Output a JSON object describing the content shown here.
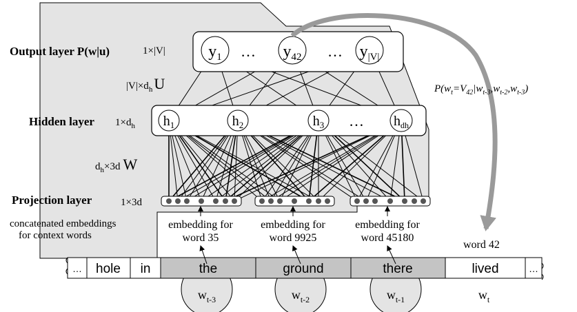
{
  "layers": {
    "output": {
      "label": "Output layer P(w|u)",
      "dim": "1×|V|"
    },
    "hidden": {
      "label": "Hidden layer",
      "dim_prefix": "1×d",
      "dim_sub": "h"
    },
    "projection": {
      "label": "Projection layer",
      "dim": "1×3d"
    }
  },
  "weights": {
    "U": {
      "prefix": "|V|×d",
      "sub": "h",
      "symbol": "U"
    },
    "W": {
      "prefix": "d",
      "sub": "h",
      "mid": "×3d",
      "symbol": "W"
    }
  },
  "output_nodes": [
    {
      "base": "y",
      "sub": "1"
    },
    {
      "base": "y",
      "sub": "42"
    },
    {
      "base": "y",
      "sub": "|V|"
    }
  ],
  "hidden_nodes": [
    {
      "base": "h",
      "sub": "1"
    },
    {
      "base": "h",
      "sub": "2"
    },
    {
      "base": "h",
      "sub": "3"
    },
    {
      "base": "h",
      "sub": "dh"
    }
  ],
  "ellipsis": "…",
  "ellipsis_dots": "• • •",
  "probability": {
    "text": "P(w",
    "t": "t",
    "eq": "=V",
    "v42": "42",
    "bar": "|w",
    "sub1": "t-3",
    "comma1": ",w",
    "sub2": "t-2",
    "comma2": ",w",
    "sub3": "t-3",
    "close": ")"
  },
  "context_note": {
    "line1": "concatenated embeddings",
    "line2": "for context words"
  },
  "embeddings": [
    {
      "line1": "embedding for",
      "line2": "word 35"
    },
    {
      "line1": "embedding for",
      "line2": "word 9925"
    },
    {
      "line1": "embedding for",
      "line2": "word 45180"
    }
  ],
  "target_word_label": "word 42",
  "sequence": [
    {
      "text": "…",
      "shaded": false
    },
    {
      "text": "hole",
      "shaded": false
    },
    {
      "text": "in",
      "shaded": false
    },
    {
      "text": "the",
      "shaded": true
    },
    {
      "text": "ground",
      "shaded": true
    },
    {
      "text": "there",
      "shaded": true
    },
    {
      "text": "lived",
      "shaded": false
    },
    {
      "text": "…",
      "shaded": false
    }
  ],
  "position_labels": [
    {
      "base": "w",
      "sub": "t-3"
    },
    {
      "base": "w",
      "sub": "t-2"
    },
    {
      "base": "w",
      "sub": "t-1"
    },
    {
      "base": "w",
      "sub": "t"
    }
  ],
  "colors": {
    "panel": "#e4e4e4",
    "shaded_cell": "#c4c4c4",
    "arrow": "#9a9a9a",
    "stroke": "#000000"
  }
}
